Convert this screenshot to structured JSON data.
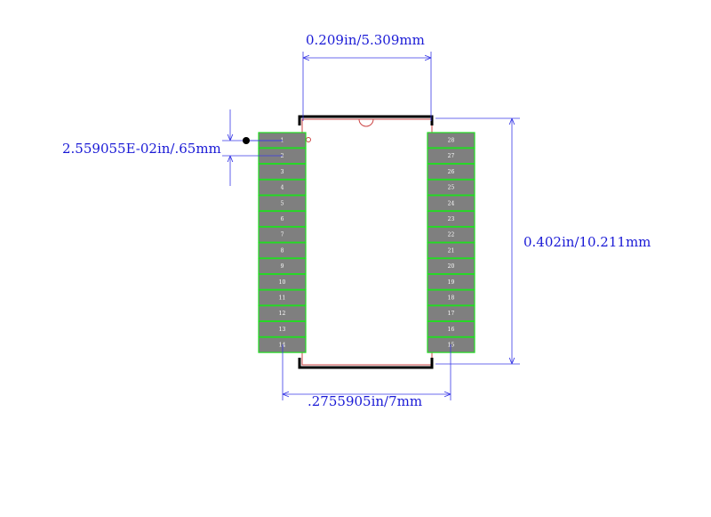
{
  "dimensions": {
    "body_width": "0.209in/5.309mm",
    "overall_length": "0.402in/10.211mm",
    "pitch": "2.559055E-02in/.65mm",
    "pad_span": ".2755905in/7mm"
  },
  "pins": {
    "left": [
      "1",
      "2",
      "3",
      "4",
      "5",
      "6",
      "7",
      "8",
      "9",
      "10",
      "11",
      "12",
      "13",
      "14"
    ],
    "right": [
      "28",
      "27",
      "26",
      "25",
      "24",
      "23",
      "22",
      "21",
      "20",
      "19",
      "18",
      "17",
      "16",
      "15"
    ]
  },
  "colors": {
    "dimension": "#1a1ad6",
    "pad_fill": "#7f7f7f",
    "pad_outline": "#22dd22",
    "body_outline": "#000000",
    "body_inner": "#cc4444"
  }
}
